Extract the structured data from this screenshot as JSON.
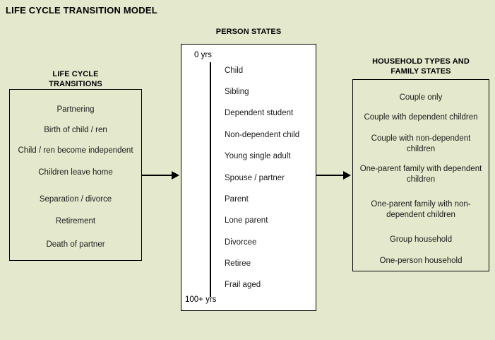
{
  "title": "LIFE CYCLE TRANSITION MODEL",
  "colors": {
    "background": "#e4e9cd",
    "box_fill_white": "#ffffff",
    "stroke": "#000000",
    "text": "#1a1a1a"
  },
  "columns": {
    "transitions": {
      "heading_line1": "LIFE CYCLE",
      "heading_line2": "TRANSITIONS",
      "items": [
        "Partnering",
        "Birth of child / ren",
        "Child / ren become independent",
        "Children leave home",
        "Separation / divorce",
        "Retirement",
        "Death of partner"
      ]
    },
    "person_states": {
      "heading": "PERSON STATES",
      "axis_start_label": "0 yrs",
      "axis_end_label": "100+ yrs",
      "items": [
        "Child",
        "Sibling",
        "Dependent student",
        "Non-dependent child",
        "Young single adult",
        "Spouse / partner",
        "Parent",
        "Lone parent",
        "Divorcee",
        "Retiree",
        "Frail aged"
      ]
    },
    "household": {
      "heading_line1": "HOUSEHOLD TYPES AND",
      "heading_line2": "FAMILY STATES",
      "items": [
        "Couple only",
        "Couple with dependent children",
        "Couple with non-dependent children",
        "One-parent family with dependent children",
        "One-parent family with non-dependent children",
        "Group household",
        "One-person household"
      ]
    }
  },
  "connectors": [
    {
      "name": "transitions-to-person",
      "direction": "right"
    },
    {
      "name": "person-to-household",
      "direction": "right"
    }
  ]
}
